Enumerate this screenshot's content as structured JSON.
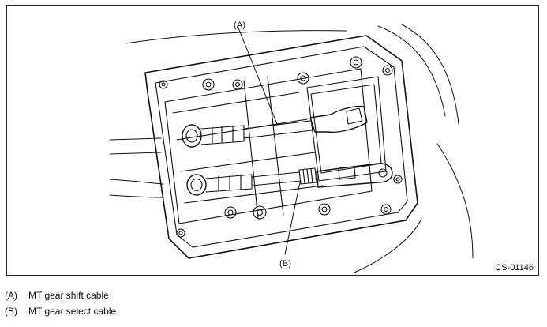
{
  "figure": {
    "callout_a": "(A)",
    "callout_b": "(B)",
    "code": "CS-01146"
  },
  "legend": [
    {
      "key": "(A)",
      "text": "MT gear shift cable"
    },
    {
      "key": "(B)",
      "text": "MT gear select cable"
    }
  ]
}
